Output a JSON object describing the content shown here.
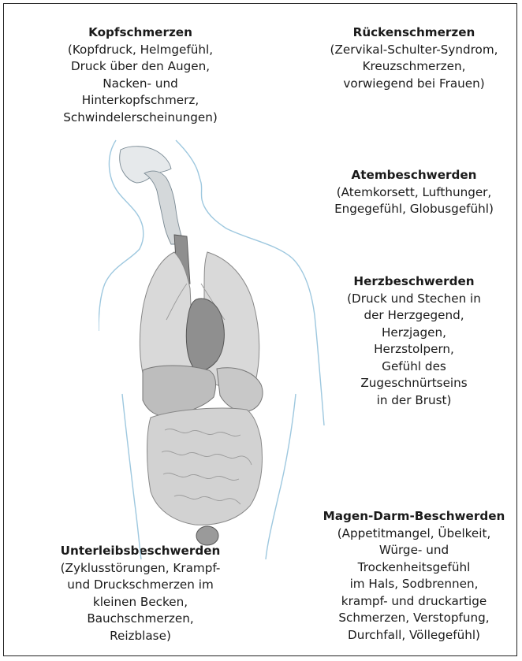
{
  "colors": {
    "outline": "#9ec8df",
    "organ_light": "#d9d9d9",
    "organ_mid": "#bdbdbd",
    "organ_dark": "#8f8f8f",
    "text": "#1a1a1a"
  },
  "blocks": {
    "kopf": {
      "title": "Kopfschmerzen",
      "lines": [
        "(Kopfdruck, Helmgefühl,",
        "Druck über den Augen,",
        "Nacken- und",
        "Hinterkopfschmerz,",
        "Schwindelerscheinungen)"
      ]
    },
    "ruecken": {
      "title": "Rückenschmerzen",
      "lines": [
        "(Zervikal-Schulter-Syndrom,",
        "Kreuzschmerzen,",
        "vorwiegend bei Frauen)"
      ]
    },
    "atem": {
      "title": "Atembeschwerden",
      "lines": [
        "(Atemkorsett, Lufthunger,",
        "Engegefühl, Globusgefühl)"
      ]
    },
    "herz": {
      "title": "Herzbeschwerden",
      "lines": [
        "(Druck und Stechen in",
        "der Herzgegend,",
        "Herzjagen,",
        "Herzstolpern,",
        "Gefühl des",
        "Zugeschnürtseins",
        "in der Brust)"
      ]
    },
    "magen": {
      "title": "Magen-Darm-Beschwerden",
      "lines": [
        "(Appetitmangel, Übelkeit,",
        "Würge- und",
        "Trockenheitsgefühl",
        "im Hals, Sodbrennen,",
        "krampf- und druckartige",
        "Schmerzen, Verstopfung,",
        "Durchfall, Völlegefühl)"
      ]
    },
    "unterleib": {
      "title": "Unterleibsbeschwerden",
      "lines": [
        "(Zyklusstörungen, Krampf-",
        "und Druckschmerzen im",
        "kleinen Becken,",
        "Bauchschmerzen,",
        "Reizblase)"
      ]
    }
  }
}
